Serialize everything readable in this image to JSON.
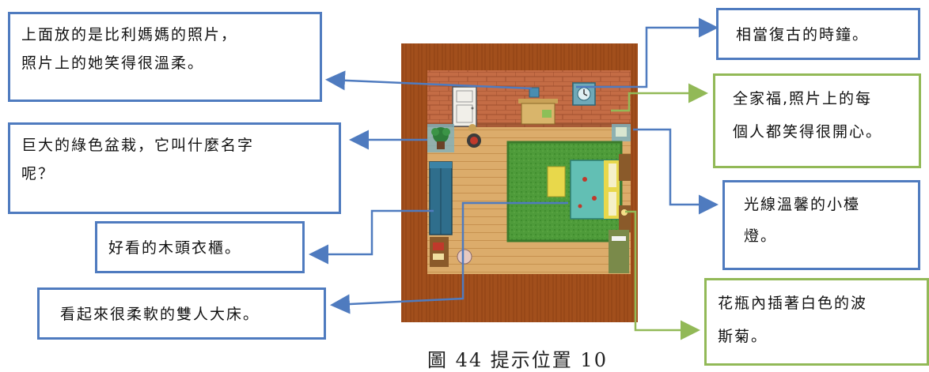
{
  "callouts": {
    "photo": "上面放的是比利媽媽的照片，\n照片上的她笑得很溫柔。",
    "plant": "巨大的綠色盆栽，它叫什麼名字\n呢？",
    "wardrobe": "好看的木頭衣櫃。",
    "bed": "看起來很柔軟的雙人大床。",
    "clock": "相當復古的時鐘。",
    "family_photo": "全家福,照片上的每\n個人都笑得很開心。",
    "lamp": "光線溫馨的小檯\n燈。",
    "vase": "花瓶內插著白色的波\n斯菊。"
  },
  "caption": "圖 44 提示位置 10",
  "colors": {
    "blue_connector": "#4f7bbf",
    "green_connector": "#92b957",
    "floor": "#d9a969",
    "wall_brick": "#c06a44",
    "rug": "#4f9a3a",
    "frame_wood": "#9a4a18"
  },
  "icons": [
    "clock-icon",
    "potted-plant-icon",
    "wardrobe-icon",
    "bed-icon",
    "lamp-icon",
    "door-icon",
    "shelf-icon"
  ]
}
